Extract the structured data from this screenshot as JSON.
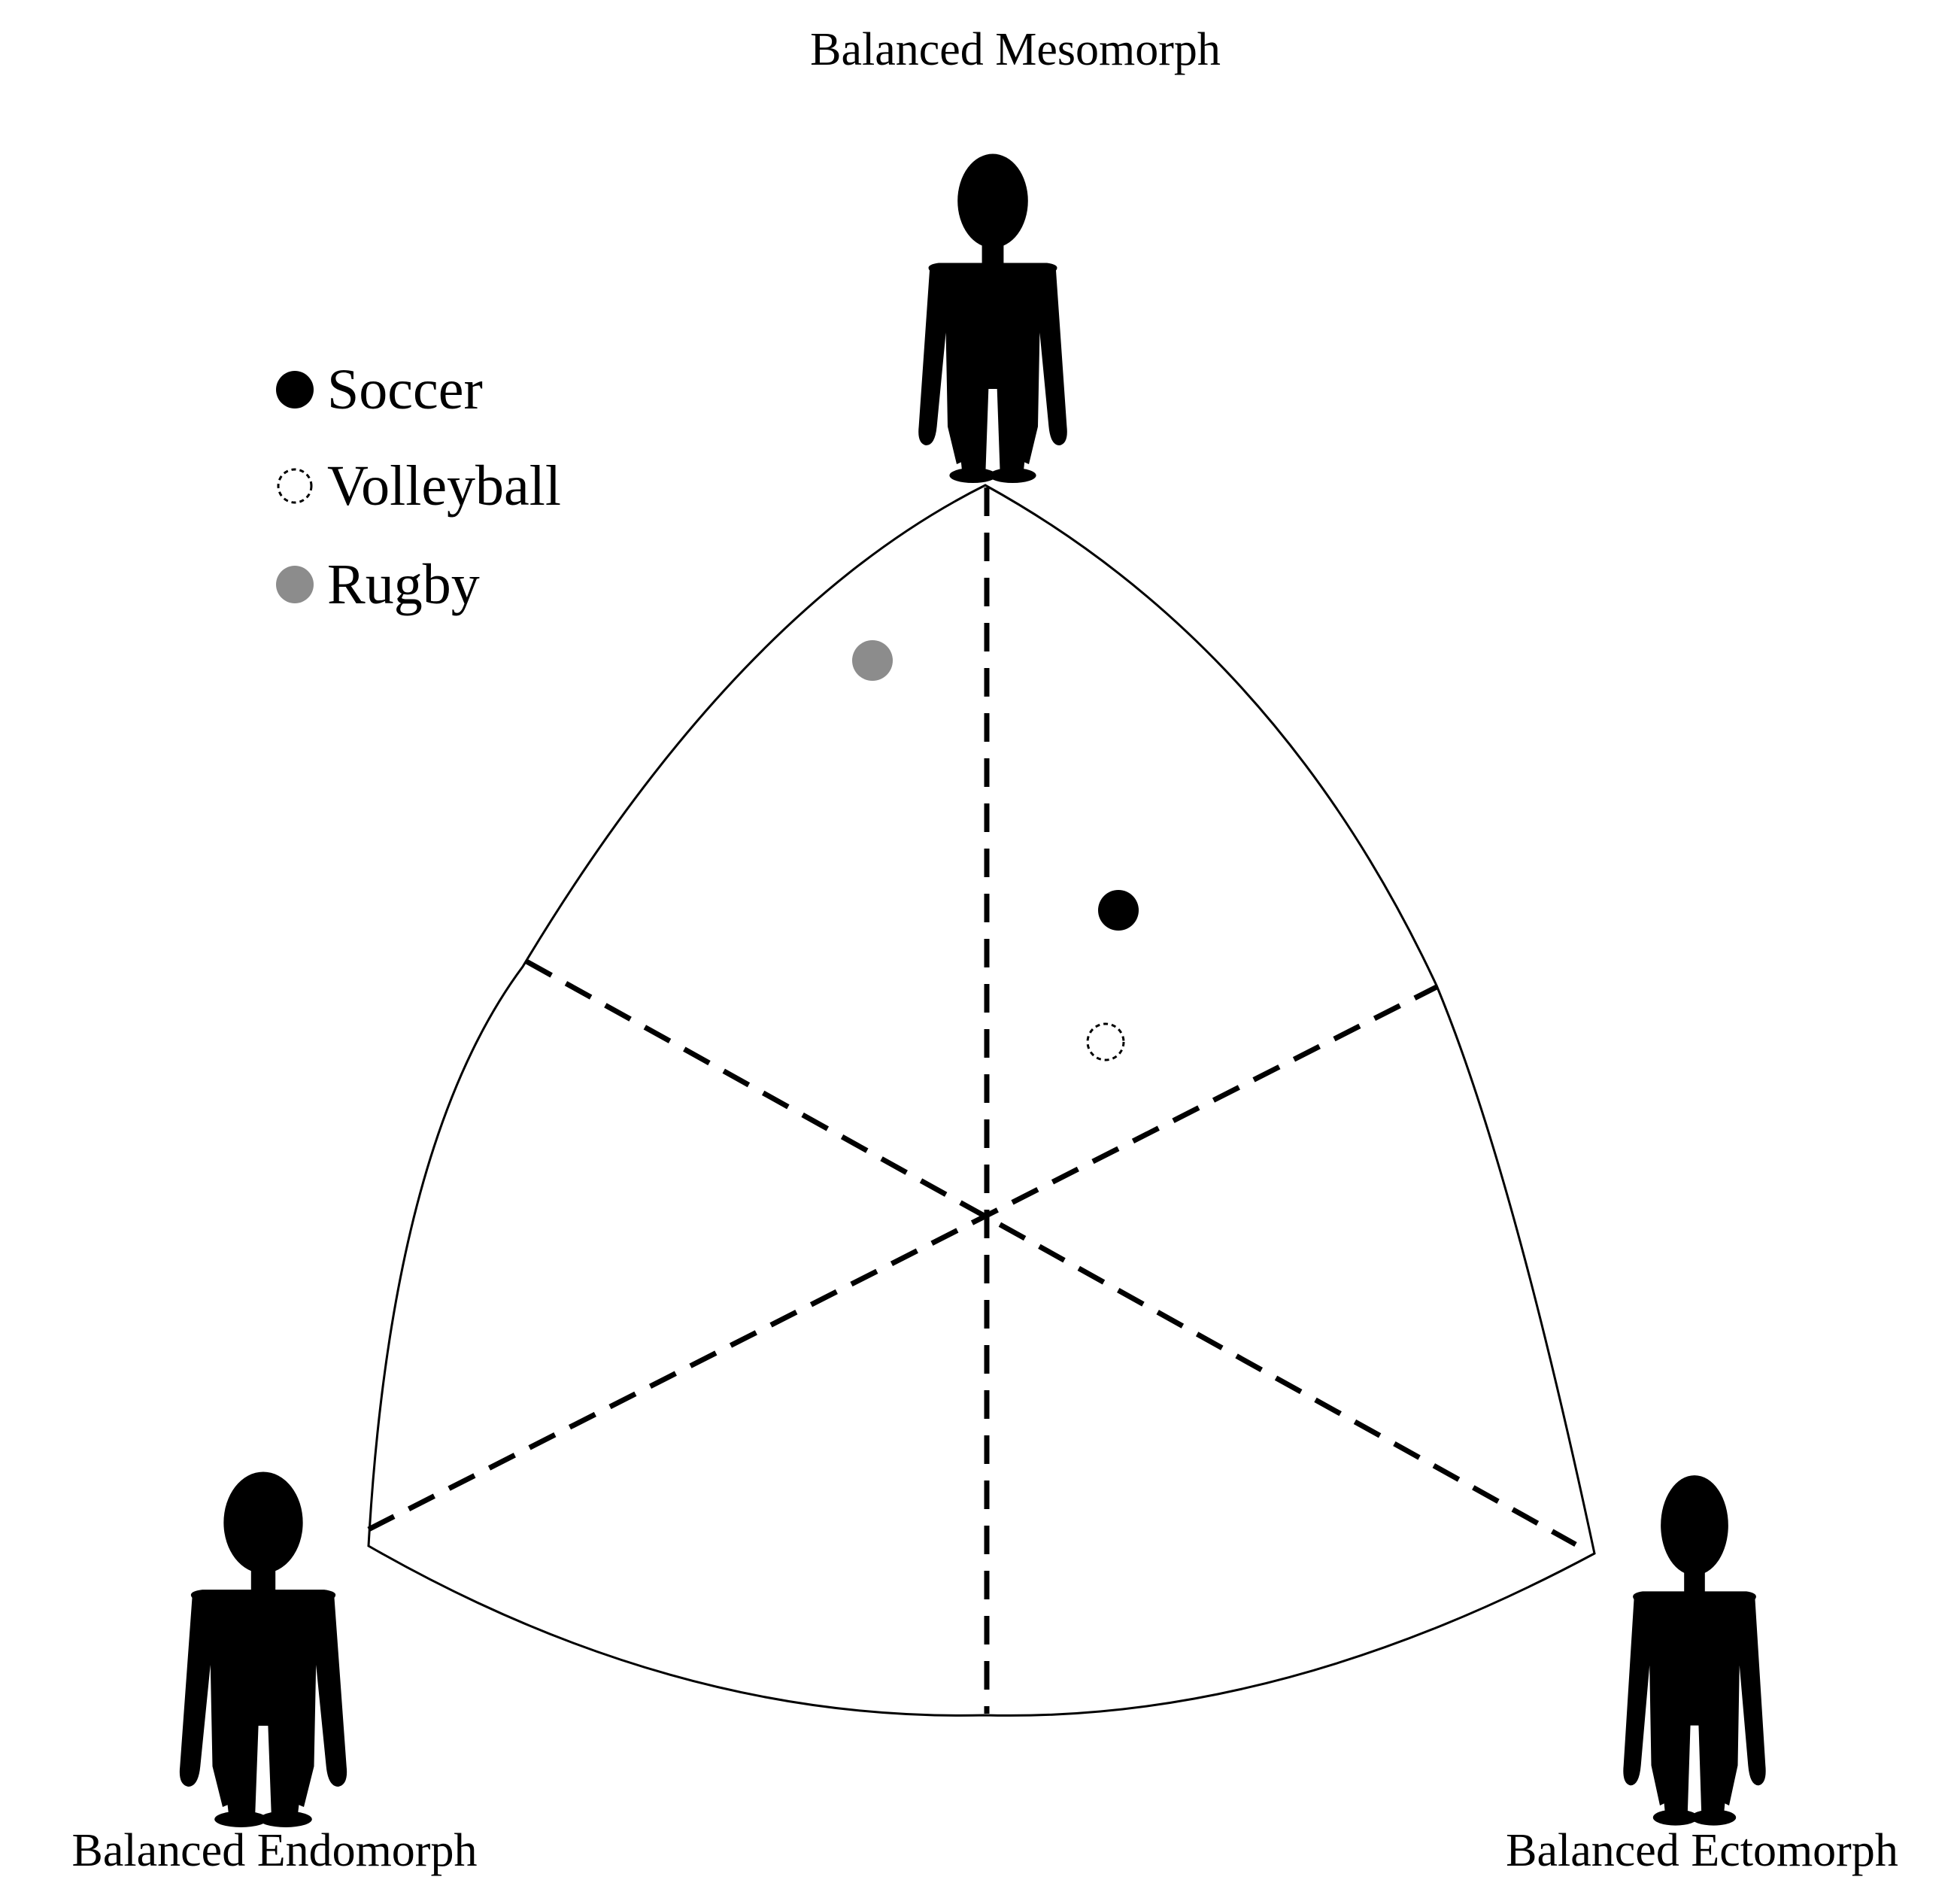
{
  "labels": {
    "top": "Balanced Mesomorph",
    "bottom_left": "Balanced Endomorph",
    "bottom_right": "Balanced Ectomorph"
  },
  "legend": [
    {
      "label": "Soccer",
      "marker": "filled-circle",
      "color": "#000000"
    },
    {
      "label": "Volleyball",
      "marker": "dashed-open-circle",
      "color": "#000000"
    },
    {
      "label": "Rugby",
      "marker": "filled-circle",
      "color": "#8c8c8c"
    }
  ],
  "colors": {
    "outline": "#000000",
    "axes": "#000000",
    "soccer": "#000000",
    "volleyball": "#000000",
    "rugby": "#8c8c8c"
  },
  "icons": {
    "top": "human-silhouette-icon",
    "bottom_left": "human-silhouette-icon",
    "bottom_right": "human-silhouette-icon"
  }
}
